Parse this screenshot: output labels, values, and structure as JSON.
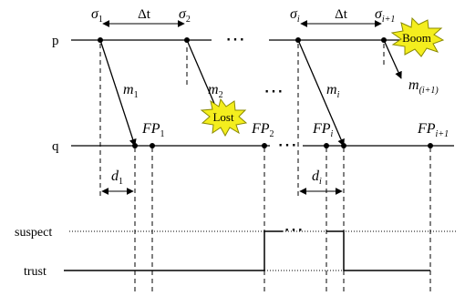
{
  "processes": {
    "p": "p",
    "q": "q"
  },
  "states": {
    "suspect": "suspect",
    "trust": "trust"
  },
  "heartbeats": [
    {
      "sym": "σ",
      "sub": "1"
    },
    {
      "sym": "σ",
      "sub": "2"
    },
    {
      "sym": "σ",
      "sub": "i"
    },
    {
      "sym": "σ",
      "sub": "i+1"
    }
  ],
  "messages": [
    {
      "sym": "m",
      "sub": "1"
    },
    {
      "sym": "m",
      "sub": "2"
    },
    {
      "sym": "m",
      "sub": "i"
    },
    {
      "sym": "m",
      "sub": "(i+1)"
    }
  ],
  "freshness_points": [
    {
      "sym": "FP",
      "sub": "1"
    },
    {
      "sym": "FP",
      "sub": "2"
    },
    {
      "sym": "FP",
      "sub": "i"
    },
    {
      "sym": "FP",
      "sub": "i+1"
    }
  ],
  "delays": [
    {
      "sym": "d",
      "sub": "1"
    },
    {
      "sym": "d",
      "sub": "i"
    }
  ],
  "interval": "Δt",
  "ellipsis": "⋯",
  "events": {
    "lost": "Lost",
    "crash": "Boom"
  },
  "colors": {
    "ink": "#000000",
    "burst_fill": "#f4ee1e",
    "burst_stroke": "#8a8a00"
  }
}
